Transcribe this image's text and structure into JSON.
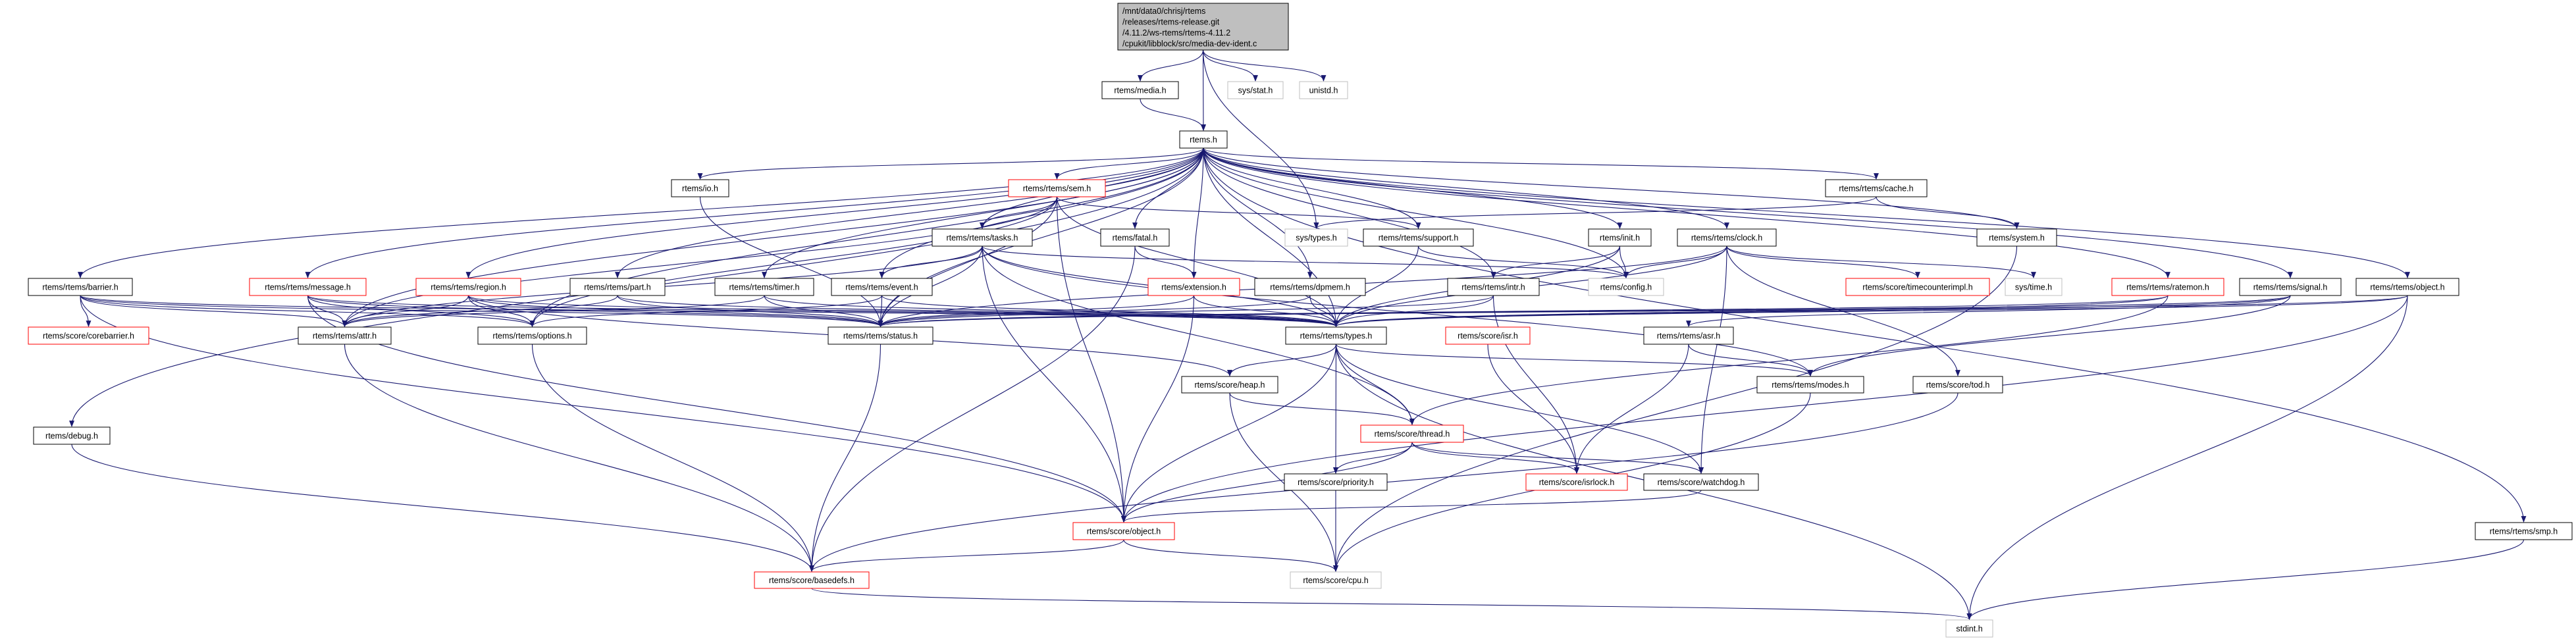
{
  "colors": {
    "edge": "#191970",
    "root_fill": "#bfbfbf",
    "documented_border": "#000000",
    "truncated_border": "#ff0000",
    "external_border": "#bfbfbf"
  },
  "nodes": {
    "root": {
      "lines": [
        "/mnt/data0/chrisj/rtems",
        "/releases/rtems-release.git",
        "/4.11.2/ws-rtems/rtems-4.11.2",
        "/cpukit/libblock/src/media-dev-ident.c"
      ],
      "kind": "root"
    },
    "media": {
      "label": "rtems/media.h",
      "kind": "documented"
    },
    "stat": {
      "label": "sys/stat.h",
      "kind": "external"
    },
    "unistd": {
      "label": "unistd.h",
      "kind": "external"
    },
    "rtemsh": {
      "label": "rtems.h",
      "kind": "documented"
    },
    "sem": {
      "label": "rtems/rtems/sem.h",
      "kind": "truncated"
    },
    "io": {
      "label": "rtems/io.h",
      "kind": "documented"
    },
    "cache": {
      "label": "rtems/rtems/cache.h",
      "kind": "documented"
    },
    "tasks": {
      "label": "rtems/rtems/tasks.h",
      "kind": "documented"
    },
    "fatal": {
      "label": "rtems/fatal.h",
      "kind": "documented"
    },
    "systypes": {
      "label": "sys/types.h",
      "kind": "external"
    },
    "support": {
      "label": "rtems/rtems/support.h",
      "kind": "documented"
    },
    "init": {
      "label": "rtems/init.h",
      "kind": "documented"
    },
    "clock": {
      "label": "rtems/rtems/clock.h",
      "kind": "documented"
    },
    "system": {
      "label": "rtems/system.h",
      "kind": "documented"
    },
    "barrier": {
      "label": "rtems/rtems/barrier.h",
      "kind": "documented"
    },
    "message": {
      "label": "rtems/rtems/message.h",
      "kind": "truncated"
    },
    "region": {
      "label": "rtems/rtems/region.h",
      "kind": "truncated"
    },
    "part": {
      "label": "rtems/rtems/part.h",
      "kind": "documented"
    },
    "timer": {
      "label": "rtems/rtems/timer.h",
      "kind": "documented"
    },
    "event": {
      "label": "rtems/rtems/event.h",
      "kind": "documented"
    },
    "extension": {
      "label": "rtems/extension.h",
      "kind": "truncated"
    },
    "dpmem": {
      "label": "rtems/rtems/dpmem.h",
      "kind": "documented"
    },
    "intr": {
      "label": "rtems/rtems/intr.h",
      "kind": "documented"
    },
    "config": {
      "label": "rtems/config.h",
      "kind": "external"
    },
    "timecounter": {
      "label": "rtems/score/timecounterimpl.h",
      "kind": "truncated"
    },
    "systime": {
      "label": "sys/time.h",
      "kind": "external"
    },
    "ratemon": {
      "label": "rtems/rtems/ratemon.h",
      "kind": "truncated"
    },
    "signal": {
      "label": "rtems/rtems/signal.h",
      "kind": "documented"
    },
    "robject": {
      "label": "rtems/rtems/object.h",
      "kind": "documented"
    },
    "corebarrier": {
      "label": "rtems/score/corebarrier.h",
      "kind": "truncated"
    },
    "attr": {
      "label": "rtems/rtems/attr.h",
      "kind": "documented"
    },
    "options": {
      "label": "rtems/rtems/options.h",
      "kind": "documented"
    },
    "status": {
      "label": "rtems/rtems/status.h",
      "kind": "documented"
    },
    "types": {
      "label": "rtems/rtems/types.h",
      "kind": "documented"
    },
    "isr": {
      "label": "rtems/score/isr.h",
      "kind": "truncated"
    },
    "asr": {
      "label": "rtems/rtems/asr.h",
      "kind": "documented"
    },
    "heap": {
      "label": "rtems/score/heap.h",
      "kind": "documented"
    },
    "modes": {
      "label": "rtems/rtems/modes.h",
      "kind": "documented"
    },
    "tod": {
      "label": "rtems/score/tod.h",
      "kind": "documented"
    },
    "debug": {
      "label": "rtems/debug.h",
      "kind": "documented"
    },
    "thread": {
      "label": "rtems/score/thread.h",
      "kind": "truncated"
    },
    "priority": {
      "label": "rtems/score/priority.h",
      "kind": "documented"
    },
    "isrlock": {
      "label": "rtems/score/isrlock.h",
      "kind": "truncated"
    },
    "watchdog": {
      "label": "rtems/score/watchdog.h",
      "kind": "documented"
    },
    "sobject": {
      "label": "rtems/score/object.h",
      "kind": "truncated"
    },
    "smp": {
      "label": "rtems/rtems/smp.h",
      "kind": "documented"
    },
    "basedefs": {
      "label": "rtems/score/basedefs.h",
      "kind": "truncated"
    },
    "cpu": {
      "label": "rtems/score/cpu.h",
      "kind": "external"
    },
    "stdint": {
      "label": "stdint.h",
      "kind": "external"
    }
  },
  "edges": [
    [
      "root",
      "media"
    ],
    [
      "root",
      "rtemsh"
    ],
    [
      "root",
      "stat"
    ],
    [
      "root",
      "unistd"
    ],
    [
      "root",
      "systypes"
    ],
    [
      "media",
      "rtemsh"
    ],
    [
      "rtemsh",
      "sem"
    ],
    [
      "rtemsh",
      "io"
    ],
    [
      "rtemsh",
      "cache"
    ],
    [
      "rtemsh",
      "tasks"
    ],
    [
      "rtemsh",
      "fatal"
    ],
    [
      "rtemsh",
      "support"
    ],
    [
      "rtemsh",
      "init"
    ],
    [
      "rtemsh",
      "clock"
    ],
    [
      "rtemsh",
      "system"
    ],
    [
      "rtemsh",
      "barrier"
    ],
    [
      "rtemsh",
      "message"
    ],
    [
      "rtemsh",
      "region"
    ],
    [
      "rtemsh",
      "part"
    ],
    [
      "rtemsh",
      "timer"
    ],
    [
      "rtemsh",
      "event"
    ],
    [
      "rtemsh",
      "extension"
    ],
    [
      "rtemsh",
      "dpmem"
    ],
    [
      "rtemsh",
      "intr"
    ],
    [
      "rtemsh",
      "config"
    ],
    [
      "rtemsh",
      "ratemon"
    ],
    [
      "rtemsh",
      "signal"
    ],
    [
      "rtemsh",
      "robject"
    ],
    [
      "rtemsh",
      "debug"
    ],
    [
      "rtemsh",
      "smp"
    ],
    [
      "rtemsh",
      "status"
    ],
    [
      "rtemsh",
      "types"
    ],
    [
      "rtemsh",
      "attr"
    ],
    [
      "rtemsh",
      "options"
    ],
    [
      "sem",
      "tasks"
    ],
    [
      "sem",
      "support"
    ],
    [
      "sem",
      "attr"
    ],
    [
      "sem",
      "options"
    ],
    [
      "sem",
      "status"
    ],
    [
      "sem",
      "types"
    ],
    [
      "sem",
      "sobject"
    ],
    [
      "tasks",
      "event"
    ],
    [
      "tasks",
      "attr"
    ],
    [
      "tasks",
      "status"
    ],
    [
      "tasks",
      "types"
    ],
    [
      "tasks",
      "modes"
    ],
    [
      "tasks",
      "thread"
    ],
    [
      "tasks",
      "sobject"
    ],
    [
      "tasks",
      "config"
    ],
    [
      "fatal",
      "extension"
    ],
    [
      "fatal",
      "basedefs"
    ],
    [
      "extension",
      "status"
    ],
    [
      "extension",
      "types"
    ],
    [
      "extension",
      "sobject"
    ],
    [
      "dpmem",
      "status"
    ],
    [
      "dpmem",
      "types"
    ],
    [
      "support",
      "types"
    ],
    [
      "support",
      "config"
    ],
    [
      "init",
      "intr"
    ],
    [
      "init",
      "config"
    ],
    [
      "init",
      "types"
    ],
    [
      "clock",
      "config"
    ],
    [
      "clock",
      "timecounter"
    ],
    [
      "clock",
      "systime"
    ],
    [
      "clock",
      "status"
    ],
    [
      "clock",
      "types"
    ],
    [
      "clock",
      "watchdog"
    ],
    [
      "clock",
      "tod"
    ],
    [
      "cache",
      "systypes"
    ],
    [
      "cache",
      "system"
    ],
    [
      "system",
      "cpu"
    ],
    [
      "barrier",
      "corebarrier"
    ],
    [
      "barrier",
      "attr"
    ],
    [
      "barrier",
      "options"
    ],
    [
      "barrier",
      "status"
    ],
    [
      "barrier",
      "types"
    ],
    [
      "barrier",
      "sobject"
    ],
    [
      "message",
      "attr"
    ],
    [
      "message",
      "options"
    ],
    [
      "message",
      "status"
    ],
    [
      "message",
      "types"
    ],
    [
      "message",
      "sobject"
    ],
    [
      "region",
      "attr"
    ],
    [
      "region",
      "options"
    ],
    [
      "region",
      "status"
    ],
    [
      "region",
      "types"
    ],
    [
      "region",
      "heap"
    ],
    [
      "part",
      "attr"
    ],
    [
      "part",
      "status"
    ],
    [
      "part",
      "types"
    ],
    [
      "timer",
      "attr"
    ],
    [
      "timer",
      "status"
    ],
    [
      "timer",
      "types"
    ],
    [
      "event",
      "options"
    ],
    [
      "event",
      "status"
    ],
    [
      "event",
      "types"
    ],
    [
      "io",
      "status"
    ],
    [
      "intr",
      "status"
    ],
    [
      "intr",
      "types"
    ],
    [
      "intr",
      "isrlock"
    ],
    [
      "ratemon",
      "status"
    ],
    [
      "ratemon",
      "types"
    ],
    [
      "ratemon",
      "thread"
    ],
    [
      "signal",
      "status"
    ],
    [
      "signal",
      "types"
    ],
    [
      "signal",
      "asr"
    ],
    [
      "signal",
      "modes"
    ],
    [
      "robject",
      "status"
    ],
    [
      "robject",
      "types"
    ],
    [
      "robject",
      "sobject"
    ],
    [
      "robject",
      "stdint"
    ],
    [
      "attr",
      "basedefs"
    ],
    [
      "options",
      "basedefs"
    ],
    [
      "status",
      "basedefs"
    ],
    [
      "types",
      "heap"
    ],
    [
      "types",
      "thread"
    ],
    [
      "types",
      "priority"
    ],
    [
      "types",
      "watchdog"
    ],
    [
      "types",
      "sobject"
    ],
    [
      "types",
      "modes"
    ],
    [
      "types",
      "stdint"
    ],
    [
      "isr",
      "isrlock"
    ],
    [
      "asr",
      "modes"
    ],
    [
      "asr",
      "isrlock"
    ],
    [
      "heap",
      "thread"
    ],
    [
      "heap",
      "cpu"
    ],
    [
      "thread",
      "priority"
    ],
    [
      "thread",
      "isrlock"
    ],
    [
      "thread",
      "watchdog"
    ],
    [
      "thread",
      "sobject"
    ],
    [
      "priority",
      "cpu"
    ],
    [
      "watchdog",
      "sobject"
    ],
    [
      "tod",
      "basedefs"
    ],
    [
      "modes",
      "cpu"
    ],
    [
      "sobject",
      "basedefs"
    ],
    [
      "sobject",
      "cpu"
    ],
    [
      "basedefs",
      "stdint"
    ],
    [
      "debug",
      "basedefs"
    ],
    [
      "smp",
      "stdint"
    ]
  ]
}
